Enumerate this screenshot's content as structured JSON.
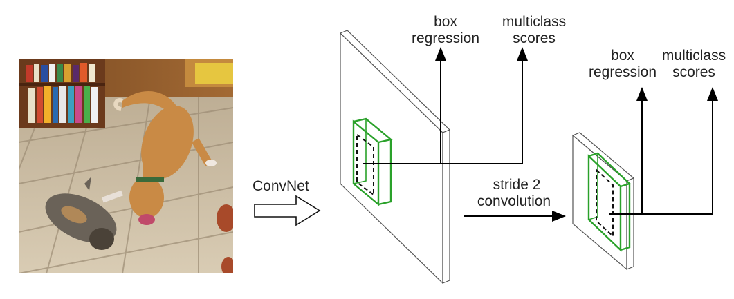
{
  "diagram": {
    "input_photo": {
      "description_icon": "photo-cat-and-dog-icon"
    },
    "convnet_label": "ConvNet",
    "stride_label_line1": "stride 2",
    "stride_label_line2": "convolution",
    "layer1": {
      "box_label_line1": "box",
      "box_label_line2": "regression",
      "scores_label_line1": "multiclass",
      "scores_label_line2": "scores"
    },
    "layer2": {
      "box_label_line1": "box",
      "box_label_line2": "regression",
      "scores_label_line1": "multiclass",
      "scores_label_line2": "scores"
    },
    "colors": {
      "window_green": "#2aa12a",
      "line": "#000000",
      "plane_edge": "#444444"
    }
  }
}
